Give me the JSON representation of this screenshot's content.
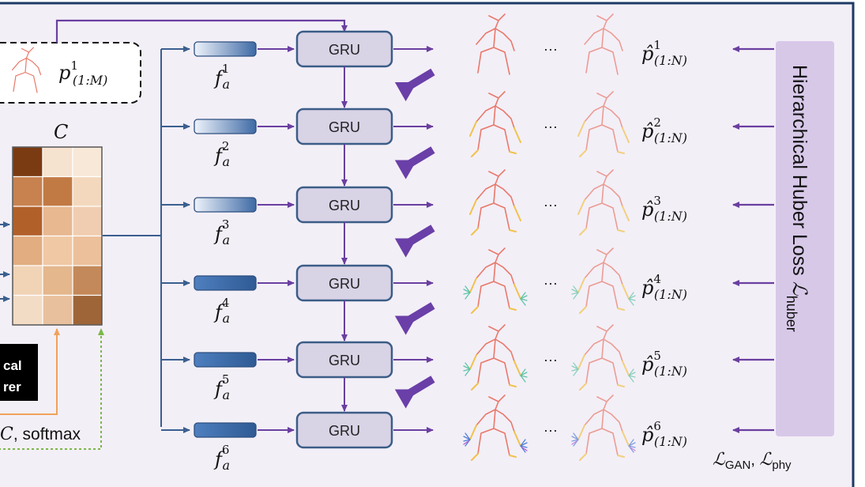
{
  "gru_label": "GRU",
  "ellipsis": "···",
  "context_label": "C",
  "input_pose": {
    "symbol": "p",
    "sup": "1",
    "sub": "(1:M)"
  },
  "features": [
    {
      "symbol": "f",
      "sub": "a",
      "sup": "1"
    },
    {
      "symbol": "f",
      "sub": "a",
      "sup": "2"
    },
    {
      "symbol": "f",
      "sub": "a",
      "sup": "3"
    },
    {
      "symbol": "f",
      "sub": "a",
      "sup": "4"
    },
    {
      "symbol": "f",
      "sub": "a",
      "sup": "5"
    },
    {
      "symbol": "f",
      "sub": "a",
      "sup": "6"
    }
  ],
  "outputs": [
    {
      "symbol": "p̂",
      "sup": "1",
      "sub": "(1:N)"
    },
    {
      "symbol": "p̂",
      "sup": "2",
      "sub": "(1:N)"
    },
    {
      "symbol": "p̂",
      "sup": "3",
      "sub": "(1:N)"
    },
    {
      "symbol": "p̂",
      "sup": "4",
      "sub": "(1:N)"
    },
    {
      "symbol": "p̂",
      "sup": "5",
      "sub": "(1:N)"
    },
    {
      "symbol": "p̂",
      "sup": "6",
      "sub": "(1:N)"
    }
  ],
  "loss_panel": {
    "text": "Hierarchical Huber Loss ",
    "symbol": "ℒ",
    "sub": "huber"
  },
  "bottom_loss": {
    "l1": "ℒ",
    "s1": "GAN",
    "sep": ", ",
    "l2": "ℒ",
    "s2": "phy"
  },
  "black_box": {
    "line1": "cal",
    "line2": "rer"
  },
  "softmax_label": {
    "prefix": "C",
    "text": ", softmax"
  },
  "colors": {
    "arrow_purple": "#6a3fa0",
    "arrow_blue": "#3a5f8f",
    "gru_fill": "#d9d3e6",
    "gru_stroke": "#3b5d87",
    "big_arrow": "#6a3fa8",
    "loss_panel": "#d7c8e8",
    "orange": "#f0a25a",
    "green": "#7ab84a"
  },
  "heatmap": [
    [
      "#7a3a12",
      "#f5e2cf",
      "#f8e8d8"
    ],
    [
      "#c7824f",
      "#c27a44",
      "#f3d8bd"
    ],
    [
      "#b2602a",
      "#e8b890",
      "#f0cdb0"
    ],
    [
      "#e2ad80",
      "#f0c8a4",
      "#ecc09a"
    ],
    [
      "#f1d3b6",
      "#e4b78d",
      "#c4895a"
    ],
    [
      "#f3dcc6",
      "#e9c09d",
      "#9e6538"
    ]
  ]
}
